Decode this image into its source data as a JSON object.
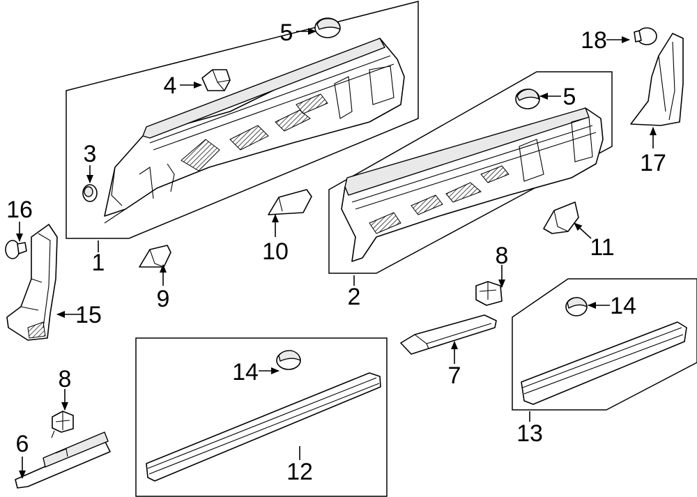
{
  "callouts": [
    {
      "id": "c1",
      "label": "1"
    },
    {
      "id": "c2",
      "label": "2"
    },
    {
      "id": "c3",
      "label": "3"
    },
    {
      "id": "c4",
      "label": "4"
    },
    {
      "id": "c5a",
      "label": "5"
    },
    {
      "id": "c5b",
      "label": "5"
    },
    {
      "id": "c6",
      "label": "6"
    },
    {
      "id": "c7",
      "label": "7"
    },
    {
      "id": "c8a",
      "label": "8"
    },
    {
      "id": "c8b",
      "label": "8"
    },
    {
      "id": "c9",
      "label": "9"
    },
    {
      "id": "c10",
      "label": "10"
    },
    {
      "id": "c11",
      "label": "11"
    },
    {
      "id": "c12",
      "label": "12"
    },
    {
      "id": "c13",
      "label": "13"
    },
    {
      "id": "c14a",
      "label": "14"
    },
    {
      "id": "c14b",
      "label": "14"
    },
    {
      "id": "c15",
      "label": "15"
    },
    {
      "id": "c16",
      "label": "16"
    },
    {
      "id": "c17",
      "label": "17"
    },
    {
      "id": "c18",
      "label": "18"
    }
  ]
}
